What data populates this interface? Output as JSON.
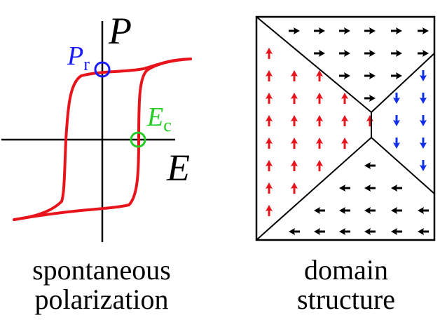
{
  "hysteresis": {
    "axis_x_label": "E",
    "axis_y_label": "P",
    "remanent_label_main": "P",
    "remanent_label_sub": "r",
    "coercive_label_main": "E",
    "coercive_label_sub": "c",
    "caption_line1": "spontaneous",
    "caption_line2": "polarization",
    "colors": {
      "loop": "#e8141c",
      "axis": "#000000",
      "remanent_marker": "#1a1aff",
      "coercive_marker": "#22cc22"
    }
  },
  "domains": {
    "caption_line1": "domain",
    "caption_line2": "structure",
    "colors": {
      "up": "#e8141c",
      "right": "#000000",
      "left": "#000000",
      "down": "#1030ee",
      "wall": "#000000"
    }
  }
}
